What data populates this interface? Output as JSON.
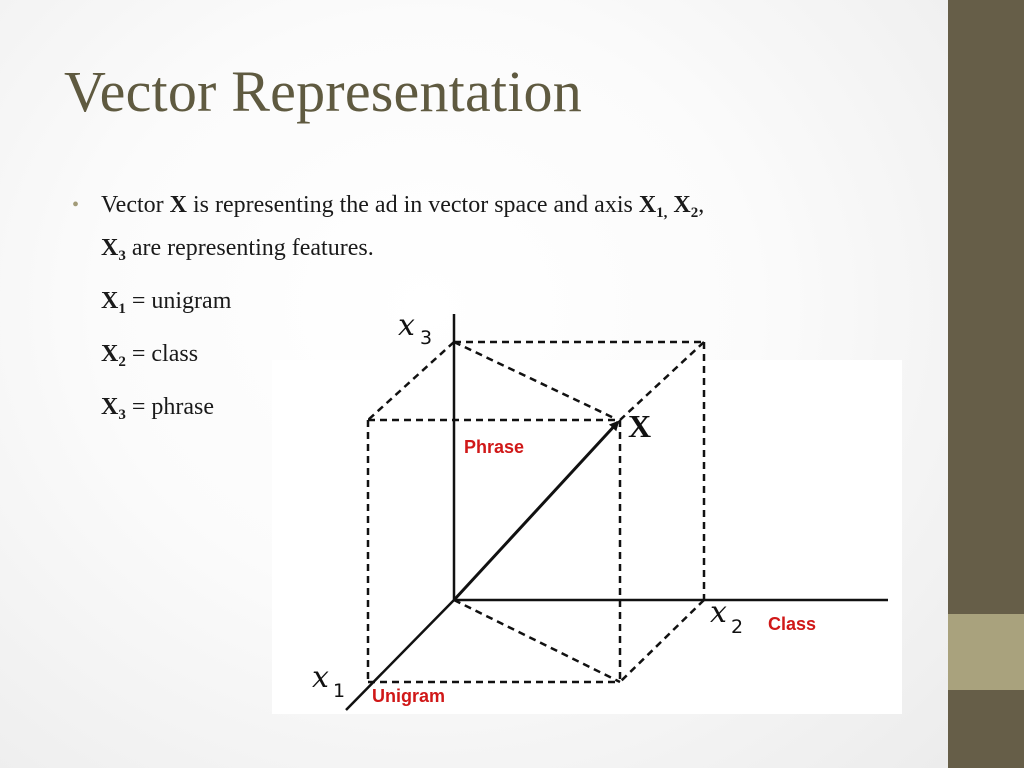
{
  "slide": {
    "title": "Vector Representation",
    "bullet": {
      "intro": "Vector ",
      "vector_symbol": "X",
      "middle": " is representing the ad in vector space and axis ",
      "axis1_symbol": "X",
      "axis1_sub": "1,",
      "axis2_symbol": "X",
      "axis2_sub": "2",
      "comma": ",",
      "axis3_symbol": "X",
      "axis3_sub": "3",
      "end": " are representing features."
    },
    "definitions": [
      {
        "symbol": "X",
        "sub": "1",
        "text": " = unigram"
      },
      {
        "symbol": "X",
        "sub": "2",
        "text": " = class"
      },
      {
        "symbol": "X",
        "sub": "3",
        "text": " = phrase"
      }
    ]
  },
  "diagram": {
    "axis_x1": {
      "symbol": "x",
      "sub": "1",
      "feature": "Unigram"
    },
    "axis_x2": {
      "symbol": "x",
      "sub": "2",
      "feature": "Class"
    },
    "axis_x3": {
      "symbol": "x",
      "sub": "3",
      "feature": "Phrase"
    },
    "vector_label": "X",
    "colors": {
      "feature_label": "#d01818",
      "axis": "#111111",
      "accent": "#665e48"
    }
  }
}
